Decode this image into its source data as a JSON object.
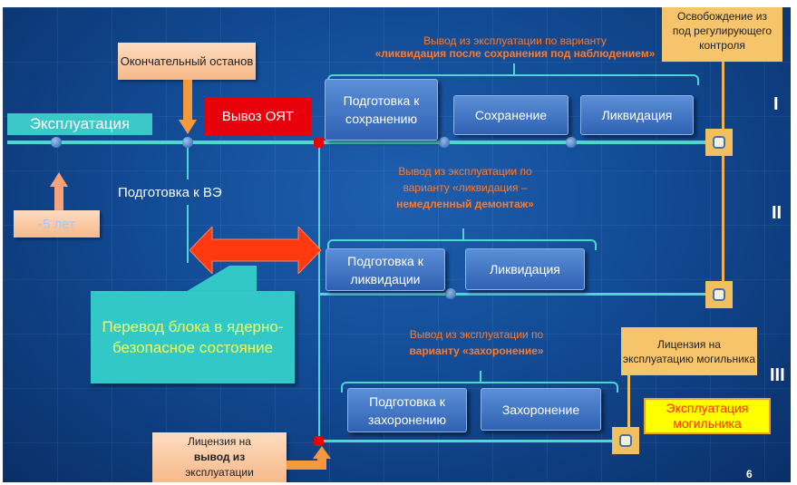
{
  "timeline_I": {
    "operation": "Эксплуатация",
    "final_shutdown": "Окончательный останов",
    "snf_removal": "Вывоз ОЯТ",
    "variant_title_1": "Вывод из эксплуатации по варианту",
    "variant_title_2": "«ликвидация после сохранения под наблюдением»",
    "steps": [
      "Подготовка к сохранению",
      "Сохранение",
      "Ликвидация"
    ],
    "release": "Освобождение из под регулирующего контроля",
    "label": "I"
  },
  "prep": {
    "prep_label": "Подготовка к ВЭ",
    "years_before": "-5 лет",
    "callout": "Перевод блока в ядерно-безопасное состояние"
  },
  "timeline_II": {
    "variant_title_1": "Вывод из эксплуатации по",
    "variant_title_2": "варианту «ликвидация –",
    "variant_title_3": "немедленный демонтаж»",
    "steps": [
      "Подготовка к ликвидации",
      "Ликвидация"
    ],
    "label": "II"
  },
  "timeline_III": {
    "variant_title_1": "Вывод из эксплуатации по",
    "variant_title_2": "варианту «захоронение»",
    "steps": [
      "Подготовка к захоронению",
      "Захоронение"
    ],
    "repository_license": "Лицензия на эксплуатацию могильника",
    "repository_operation": "Эксплуатация могильника",
    "label": "III"
  },
  "decommission_license": {
    "line1": "Лицензия на",
    "line2": "вывод из",
    "line3": "эксплуатации"
  },
  "page_number": "6",
  "colors": {
    "background": "#124b95",
    "line": "#4fd6d0",
    "accent_orange": "#ff7a2a",
    "red": "#e00000",
    "yellow": "#ffff00"
  }
}
